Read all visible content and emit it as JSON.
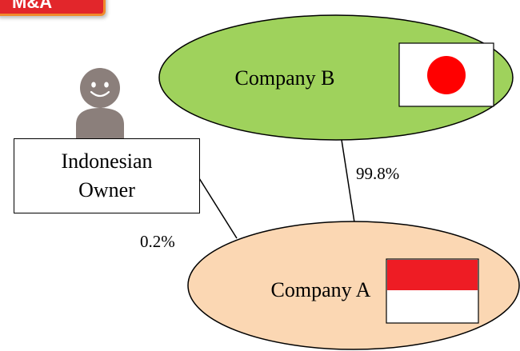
{
  "badge": {
    "label": "M&A"
  },
  "company_b": {
    "label": "Company B",
    "flag_icon": "japan-flag-icon",
    "fill": "#9fd25c"
  },
  "company_a": {
    "label": "Company A",
    "flag_icon": "indonesia-flag-icon",
    "fill": "#fbd7b3"
  },
  "owner": {
    "line1": "Indonesian",
    "line2": "Owner",
    "icon": "person-icon"
  },
  "ownership": {
    "b_to_a": "99.8%",
    "owner_to_a": "0.2%"
  },
  "colors": {
    "badge": "#e2262b",
    "badge_border": "#f08a2c",
    "japan_red": "#ff0000",
    "indonesia_red": "#ee1c24",
    "person": "#8b7f7b"
  }
}
